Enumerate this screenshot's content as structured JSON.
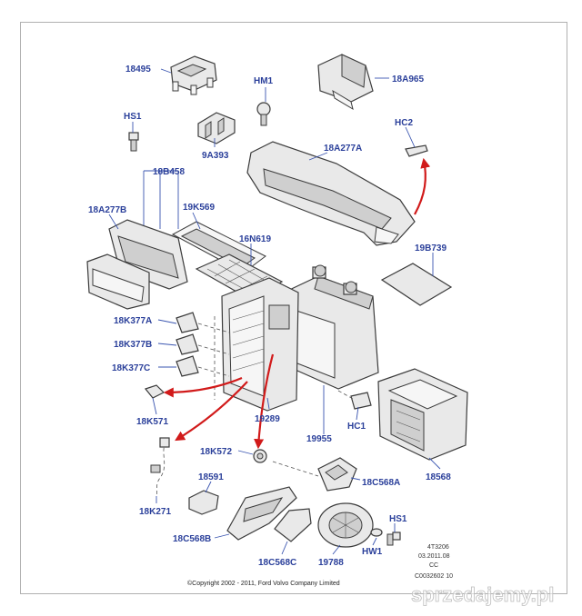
{
  "labels": {
    "p18495": "18495",
    "pHM1": "HM1",
    "p18A965": "18A965",
    "pHS1": "HS1",
    "p9A393": "9A393",
    "pHC2": "HC2",
    "p18A277A": "18A277A",
    "p18B458": "18B458",
    "p18A277B": "18A277B",
    "p19K569": "19K569",
    "p16N619": "16N619",
    "p19B739": "19B739",
    "p18K377A": "18K377A",
    "p18K377B": "18K377B",
    "p18K377C": "18K377C",
    "p18K571": "18K571",
    "p19289": "19289",
    "pHC1": "HC1",
    "p19955": "19955",
    "p18K572": "18K572",
    "p18568": "18568",
    "p18C568A": "18C568A",
    "p18591": "18591",
    "p18K271": "18K271",
    "pHS1b": "HS1",
    "p18C568B": "18C568B",
    "p18C568C": "18C568C",
    "p19788": "19788",
    "pHW1": "HW1"
  },
  "drawing_code": {
    "line1": "4T3206",
    "line2": "03.2011.08",
    "line3": "CC",
    "line4": "C0032602 10"
  },
  "copyright": "©Copyright 2002 - 2011, Ford Volvo Company Limited",
  "watermark": "sprzedajemy.pl",
  "colors": {
    "label": "#2a3f9a",
    "arrow": "#d11a1a"
  }
}
